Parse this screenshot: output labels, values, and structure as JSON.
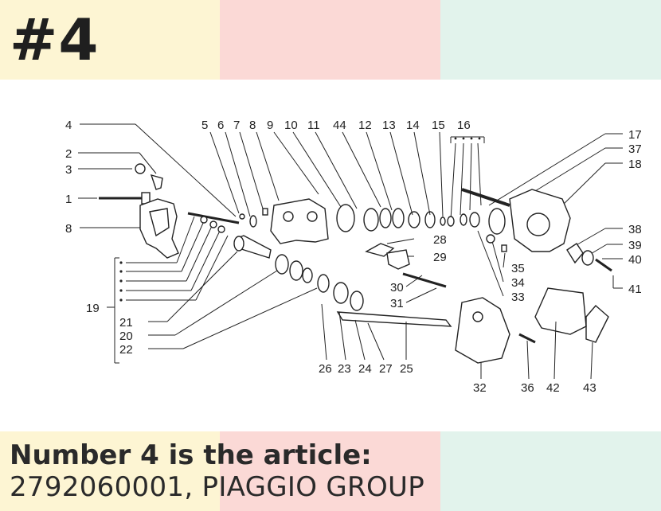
{
  "palette": {
    "cream": "#fdf5d3",
    "pink": "#fbd9d6",
    "mint": "#e2f3ec",
    "ink": "#222222"
  },
  "header": {
    "number": "#4"
  },
  "caption": {
    "title": "Number 4 is the article:",
    "article": "2792060001, PIAGGIO GROUP"
  },
  "diagram": {
    "labels": {
      "l1": "1",
      "l2": "2",
      "l3": "3",
      "l4": "4",
      "l5": "5",
      "l6": "6",
      "l7": "7",
      "l8a": "8",
      "l8b": "8",
      "l9": "9",
      "l10": "10",
      "l11": "11",
      "l12": "12",
      "l13": "13",
      "l14": "14",
      "l15": "15",
      "l16": "16",
      "l17": "17",
      "l18": "18",
      "l19": "19",
      "l20": "20",
      "l21": "21",
      "l22": "22",
      "l23": "23",
      "l24": "24",
      "l25": "25",
      "l26": "26",
      "l27": "27",
      "l28": "28",
      "l29": "29",
      "l30": "30",
      "l31": "31",
      "l32": "32",
      "l33": "33",
      "l34": "34",
      "l35": "35",
      "l36": "36",
      "l37": "37",
      "l38": "38",
      "l39": "39",
      "l40": "40",
      "l41": "41",
      "l42": "42",
      "l43": "43",
      "l44": "44"
    }
  }
}
